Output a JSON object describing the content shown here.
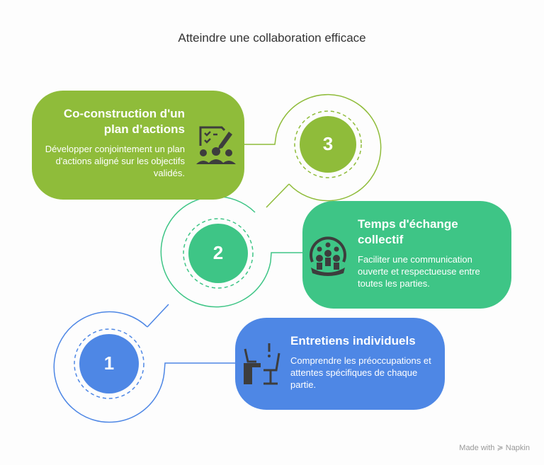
{
  "title": "Atteindre une collaboration efficace",
  "colors": {
    "step3": "#8fbc3a",
    "step2": "#3ec586",
    "step1": "#4e87e5",
    "icon": "#3d3d3d"
  },
  "steps": [
    {
      "number": "1",
      "title": "Entretiens individuels",
      "description": "Comprendre les préoccupations et attentes spécifiques de chaque partie.",
      "icon": "desk-chair-icon"
    },
    {
      "number": "2",
      "title": "Temps d'échange collectif",
      "description": "Faciliter une communication ouverte et respectueuse entre toutes les parties.",
      "icon": "group-meeting-icon"
    },
    {
      "number": "3",
      "title": "Co-construction d'un plan d’actions",
      "description": "Développer conjointement un plan d'actions aligné sur les objectifs validés.",
      "icon": "checklist-team-icon"
    }
  ],
  "footer": "Made with ≽ Napkin"
}
